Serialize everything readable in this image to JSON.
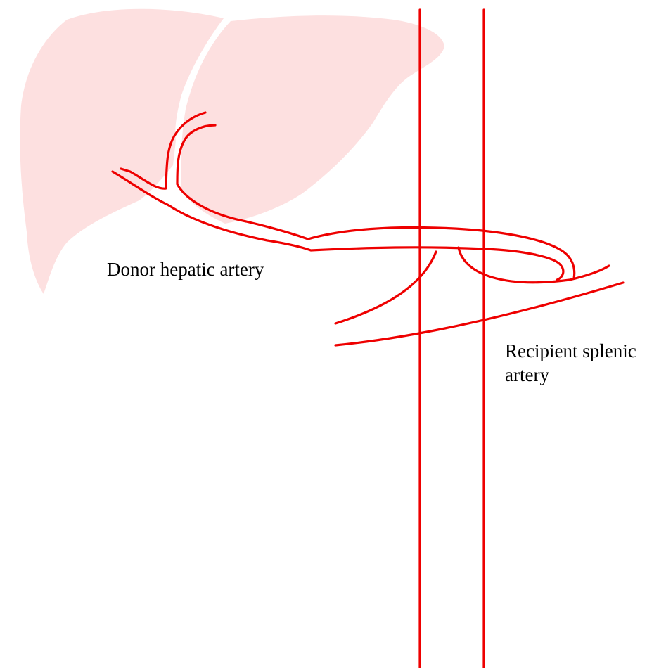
{
  "labels": {
    "donor_hepatic_artery": "Donor hepatic artery",
    "recipient_splenic_artery_line1": "Recipient splenic",
    "recipient_splenic_artery_line2": "artery"
  },
  "colors": {
    "vessel": "#ee0000",
    "liver": "#fde0e0",
    "background": "#ffffff",
    "text": "#000000"
  }
}
